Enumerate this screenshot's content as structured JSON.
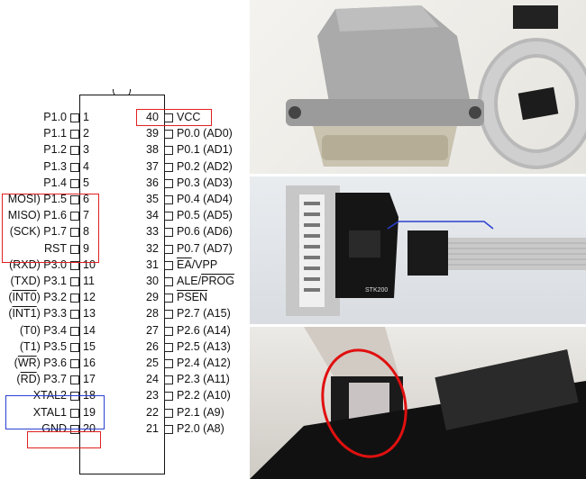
{
  "left_pins": [
    {
      "num": "1",
      "name": "P1.0",
      "prefix": ""
    },
    {
      "num": "2",
      "name": "P1.1",
      "prefix": ""
    },
    {
      "num": "3",
      "name": "P1.2",
      "prefix": ""
    },
    {
      "num": "4",
      "name": "P1.3",
      "prefix": ""
    },
    {
      "num": "5",
      "name": "P1.4",
      "prefix": ""
    },
    {
      "num": "6",
      "name": "P1.5",
      "prefix": "MOSI)"
    },
    {
      "num": "7",
      "name": "P1.6",
      "prefix": "MISO)"
    },
    {
      "num": "8",
      "name": "P1.7",
      "prefix": "(SCK)"
    },
    {
      "num": "9",
      "name": "RST",
      "prefix": ""
    },
    {
      "num": "10",
      "name": "P3.0",
      "prefix": "(RXD)"
    },
    {
      "num": "11",
      "name": "P3.1",
      "prefix": "(TXD)"
    },
    {
      "num": "12",
      "name": "P3.2",
      "prefix": "(INT0)"
    },
    {
      "num": "13",
      "name": "P3.3",
      "prefix": "(INT1)"
    },
    {
      "num": "14",
      "name": "P3.4",
      "prefix": "(T0)"
    },
    {
      "num": "15",
      "name": "P3.5",
      "prefix": "(T1)"
    },
    {
      "num": "16",
      "name": "P3.6",
      "prefix": "(WR)"
    },
    {
      "num": "17",
      "name": "P3.7",
      "prefix": "(RD)"
    },
    {
      "num": "18",
      "name": "XTAL2",
      "prefix": ""
    },
    {
      "num": "19",
      "name": "XTAL1",
      "prefix": ""
    },
    {
      "num": "20",
      "name": "GND",
      "prefix": ""
    }
  ],
  "right_pins": [
    {
      "num": "40",
      "name": "VCC"
    },
    {
      "num": "39",
      "name": "P0.0 (AD0)"
    },
    {
      "num": "38",
      "name": "P0.1 (AD1)"
    },
    {
      "num": "37",
      "name": "P0.2 (AD2)"
    },
    {
      "num": "36",
      "name": "P0.3 (AD3)"
    },
    {
      "num": "35",
      "name": "P0.4 (AD4)"
    },
    {
      "num": "34",
      "name": "P0.5 (AD5)"
    },
    {
      "num": "33",
      "name": "P0.6 (AD6)"
    },
    {
      "num": "32",
      "name": "P0.7 (AD7)"
    },
    {
      "num": "31",
      "name": "EA/VPP"
    },
    {
      "num": "30",
      "name": "ALE/PROG"
    },
    {
      "num": "29",
      "name": "PSEN"
    },
    {
      "num": "28",
      "name": "P2.7 (A15)"
    },
    {
      "num": "27",
      "name": "P2.6 (A14)"
    },
    {
      "num": "26",
      "name": "P2.5 (A13)"
    },
    {
      "num": "25",
      "name": "P2.4 (A12)"
    },
    {
      "num": "24",
      "name": "P2.3 (A11)"
    },
    {
      "num": "23",
      "name": "P2.2 (A10)"
    },
    {
      "num": "22",
      "name": "P2.1 (A9)"
    },
    {
      "num": "21",
      "name": "P2.0 (A8)"
    }
  ],
  "board_label": "STK200",
  "colors": {
    "highlight_red": "#e02020",
    "highlight_blue": "#2a3fd1"
  }
}
